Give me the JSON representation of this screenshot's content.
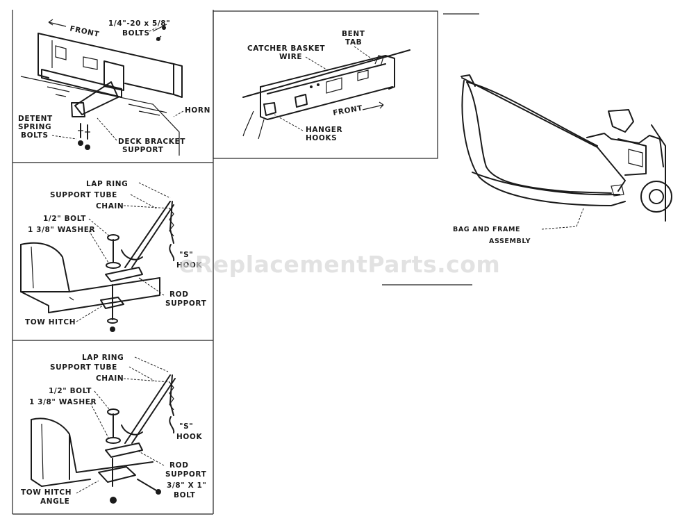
{
  "watermark": "eReplacementParts.com",
  "panel_top_left": {
    "front": "FRONT",
    "bolts_size": "1/4\"-20 x 5/8\"",
    "bolts": "BOLTS",
    "detent_spring_bolts": [
      "DETENT",
      "SPRING",
      "BOLTS"
    ],
    "deck_bracket_support": [
      "DECK BRACKET",
      "SUPPORT"
    ],
    "horn": "HORN"
  },
  "panel_catcher": {
    "bent_tab": [
      "BENT",
      "TAB"
    ],
    "catcher_basket_wire": [
      "CATCHER BASKET",
      "WIRE"
    ],
    "front": "FRONT",
    "hanger_hooks": [
      "HANGER",
      "HOOKS"
    ]
  },
  "panel_hitch_a": {
    "lap_ring": "LAP RING",
    "support_tube": "SUPPORT TUBE",
    "chain": "CHAIN",
    "bolt": "1/2\" BOLT",
    "washer": "1 3/8\" WASHER",
    "s_hook": [
      "\"S\"",
      "HOOK"
    ],
    "rod_support": [
      "ROD",
      "SUPPORT"
    ],
    "tow_hitch": "TOW HITCH"
  },
  "panel_hitch_b": {
    "lap_ring": "LAP RING",
    "support_tube": "SUPPORT TUBE",
    "chain": "CHAIN",
    "bolt": "1/2\" BOLT",
    "washer": "1 3/8\" WASHER",
    "s_hook": [
      "\"S\"",
      "HOOK"
    ],
    "rod_support": [
      "ROD",
      "SUPPORT"
    ],
    "tow_hitch_angle": [
      "TOW HITCH",
      "ANGLE"
    ],
    "small_bolt": [
      "3/8\" X 1\"",
      "BOLT"
    ]
  },
  "bag_assembly": [
    "BAG AND FRAME",
    "ASSEMBLY"
  ]
}
